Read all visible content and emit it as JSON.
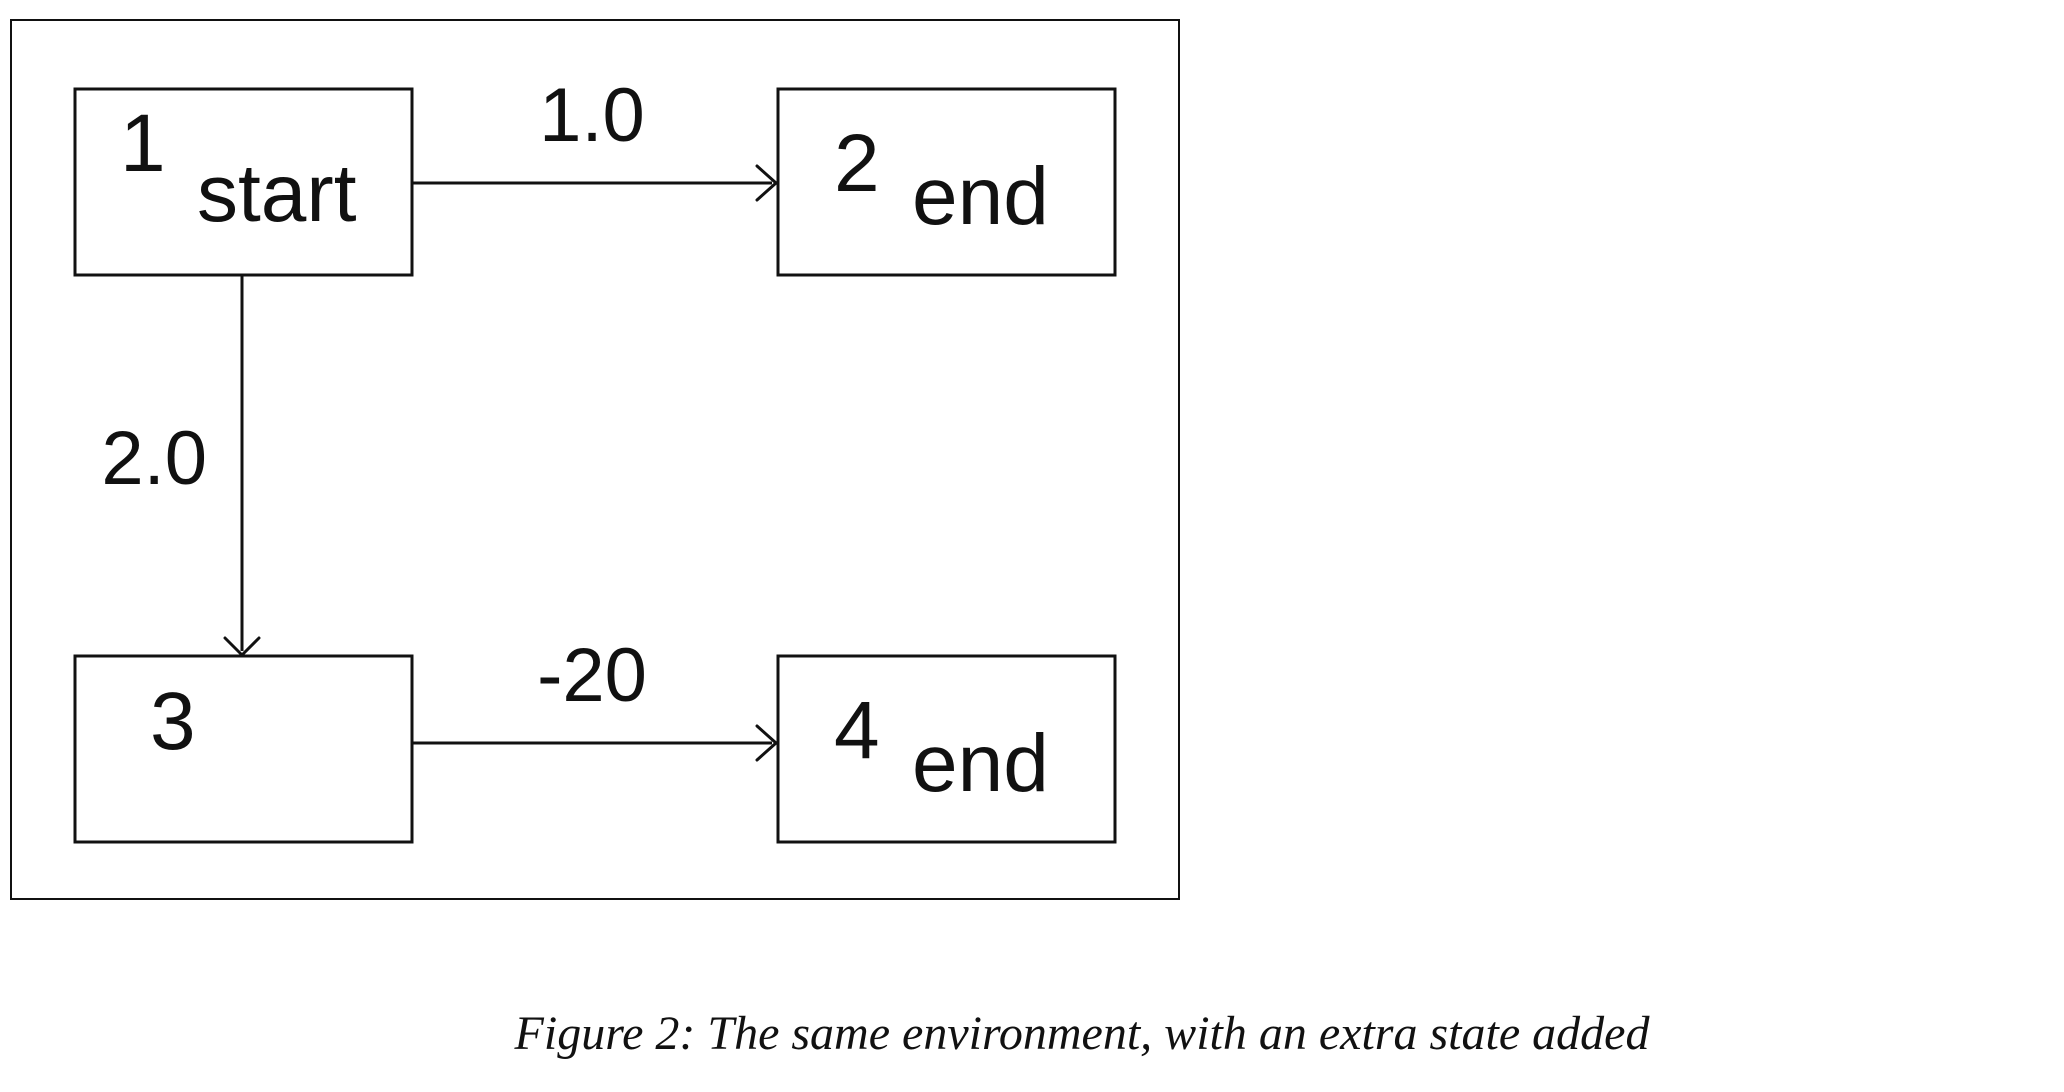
{
  "diagram": {
    "states": [
      {
        "id": "1",
        "number": "1",
        "tag": "start"
      },
      {
        "id": "2",
        "number": "2",
        "tag": "end"
      },
      {
        "id": "3",
        "number": "3",
        "tag": ""
      },
      {
        "id": "4",
        "number": "4",
        "tag": "end"
      }
    ],
    "edges": [
      {
        "from": "1",
        "to": "2",
        "label": "1.0"
      },
      {
        "from": "1",
        "to": "3",
        "label": "2.0"
      },
      {
        "from": "3",
        "to": "4",
        "label": "-20"
      }
    ],
    "colors": {
      "stroke": "#111111",
      "background": "#ffffff"
    }
  },
  "caption": "Figure 2: The same environment, with an extra state added"
}
